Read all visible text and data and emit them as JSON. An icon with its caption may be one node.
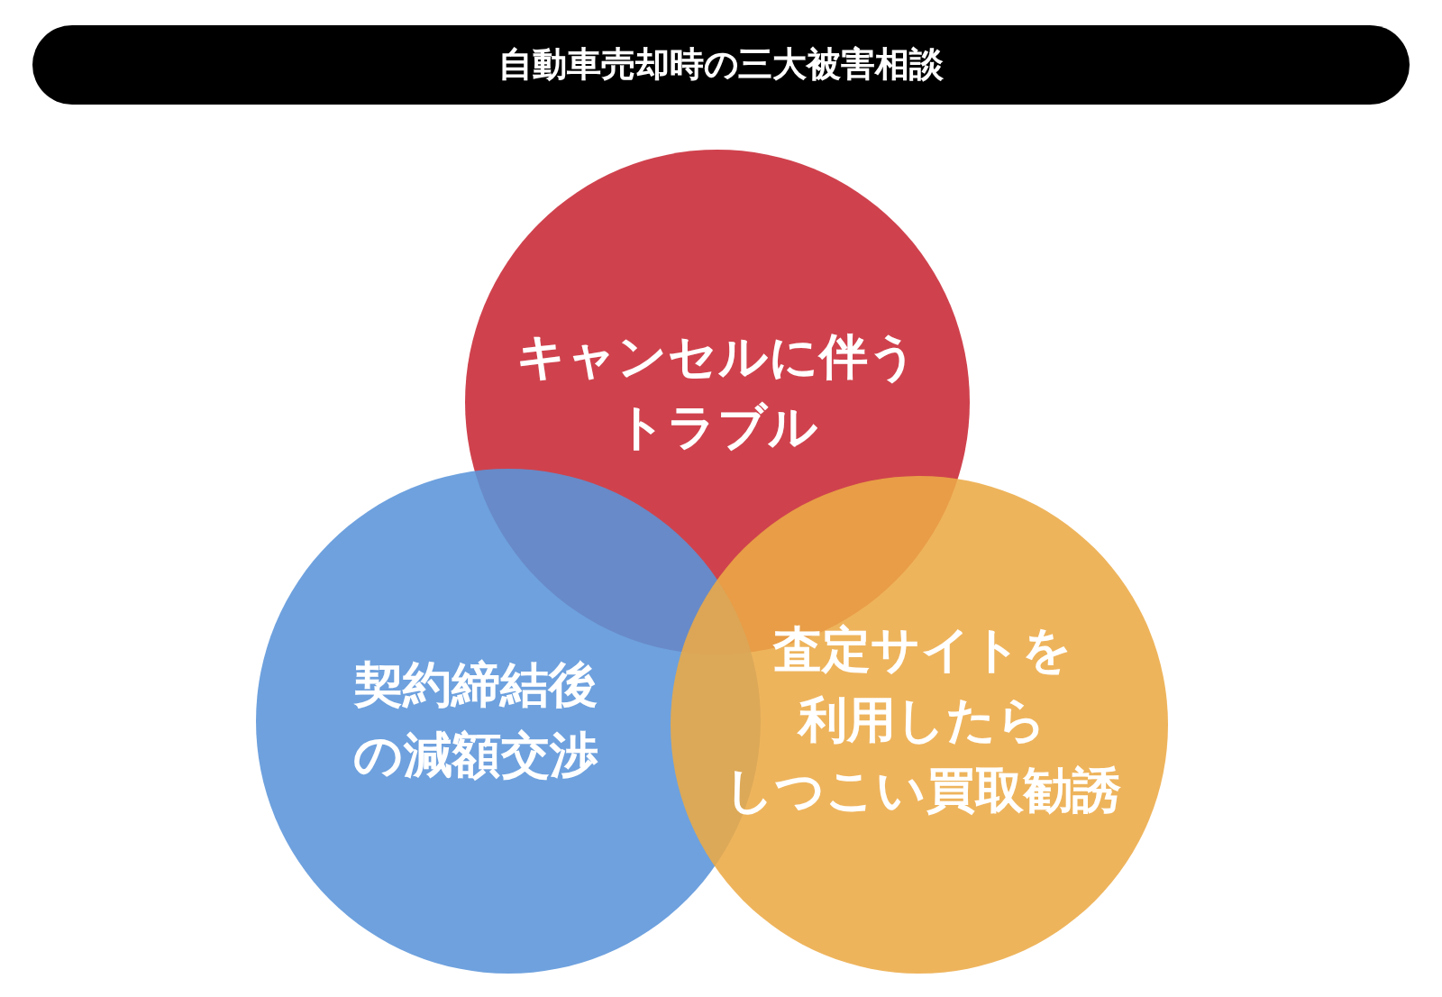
{
  "diagram": {
    "title": "自動車売却時の三大被害相談",
    "nodes": [
      {
        "text": [
          "キャンセルに伴うトラブル"
        ]
      },
      {
        "text": [
          "契約締結後の減額交渉"
        ]
      },
      {
        "text": [
          "査定サイトを利用したらしつこい買取勧誘"
        ]
      }
    ],
    "edges": []
  }
}
